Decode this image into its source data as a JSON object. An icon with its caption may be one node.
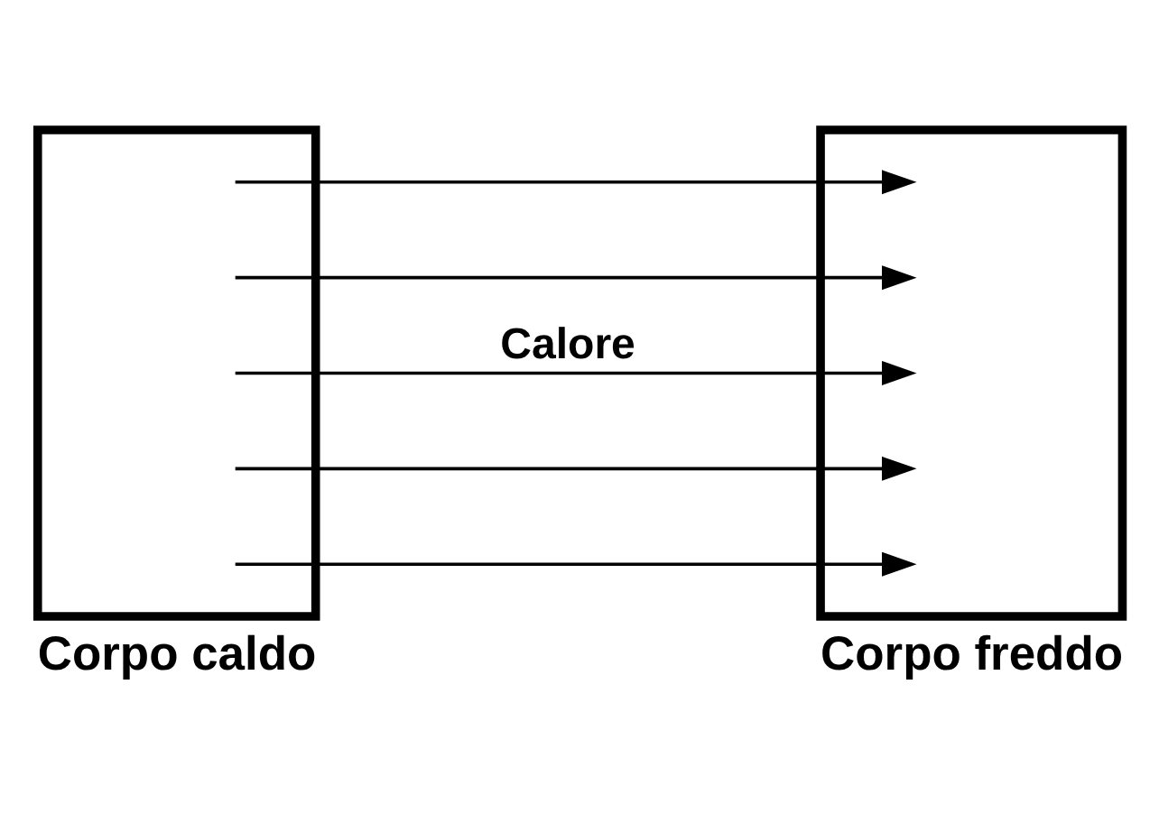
{
  "diagram": {
    "nodes": [
      {
        "text": [
          "Corpo caldo"
        ]
      },
      {
        "text": [
          "Corpo freddo"
        ]
      }
    ],
    "edges": [
      {
        "from": 0,
        "to": 1,
        "arrow": "to"
      },
      {
        "from": 0,
        "to": 1,
        "arrow": "to"
      },
      {
        "from": 0,
        "to": 1,
        "arrow": "to",
        "label": "Calore"
      },
      {
        "from": 0,
        "to": 1,
        "arrow": "to"
      },
      {
        "from": 0,
        "to": 1,
        "arrow": "to"
      }
    ]
  }
}
